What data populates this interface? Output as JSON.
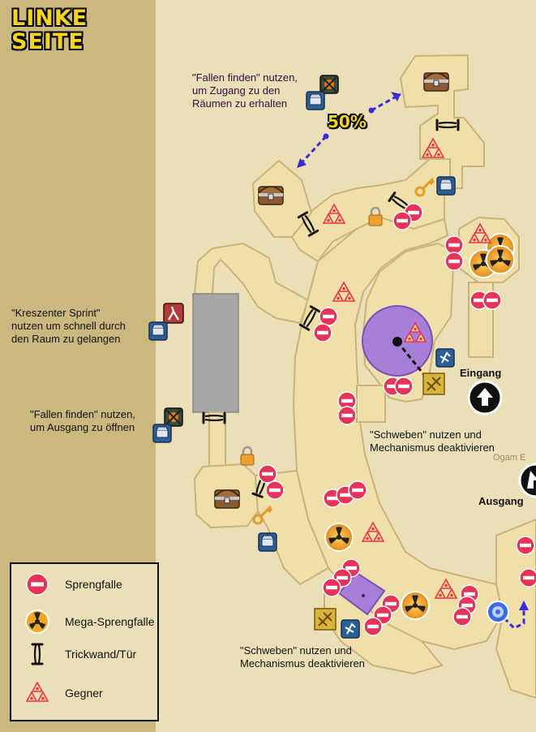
{
  "title": {
    "line1": "LINKE",
    "line2": "SEITE"
  },
  "percent_label": "50%",
  "labels": {
    "fallen_top": "\"Fallen finden\" nutzen,\num Zugang zu den\nRäumen zu erhalten",
    "sprint": "\"Kreszenter Sprint\"\nnutzen um schnell durch\nden Raum zu gelangen",
    "fallen_left": "\"Fallen finden\" nutzen,\num Ausgang zu öffnen",
    "schweben_mid": "\"Schweben\" nutzen und\nMechanismus deaktivieren",
    "schweben_bottom": "\"Schweben\" nutzen und\nMechanismus deaktivieren",
    "eingang": "Eingang",
    "ausgang": "Ausgang",
    "edge_text": "Ogam E"
  },
  "legend": {
    "items": [
      {
        "icon": "sprengfalle-icon",
        "label": "Sprengfalle"
      },
      {
        "icon": "mega-sprengfalle-icon",
        "label": "Mega-Sprengfalle"
      },
      {
        "icon": "trickwand-icon",
        "label": "Trickwand/Tür"
      },
      {
        "icon": "gegner-icon",
        "label": "Gegner"
      }
    ]
  },
  "colors": {
    "parchment": "#eadfb6",
    "floor": "#f0dfa8",
    "floor_edge": "#c9b37a",
    "sprengfalle": "#e8325a",
    "mega": "#f2a826",
    "mechanism": "#a87fd8",
    "title_yellow": "#f4d41c",
    "arrow": "#3a2bd6",
    "gate": "#a6a6a6"
  }
}
